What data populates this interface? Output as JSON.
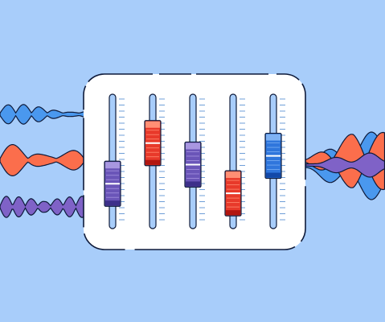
{
  "colors": {
    "background": "#a8cdfa",
    "panel": "#ffffff",
    "outline": "#0e1a3a",
    "wave_blue": "#4a98ee",
    "wave_orange": "#fb6e4c",
    "wave_purple": "#7f62c7",
    "track": "#a8cdfa",
    "tick": "#6f9fd8"
  },
  "mixer": {
    "sliders": [
      {
        "name": "channel-1",
        "level": 0.22,
        "color": "purple"
      },
      {
        "name": "channel-2",
        "level": 0.73,
        "color": "red"
      },
      {
        "name": "channel-3",
        "level": 0.46,
        "color": "purple"
      },
      {
        "name": "channel-4",
        "level": 0.1,
        "color": "red"
      },
      {
        "name": "channel-5",
        "level": 0.57,
        "color": "blue"
      }
    ]
  }
}
